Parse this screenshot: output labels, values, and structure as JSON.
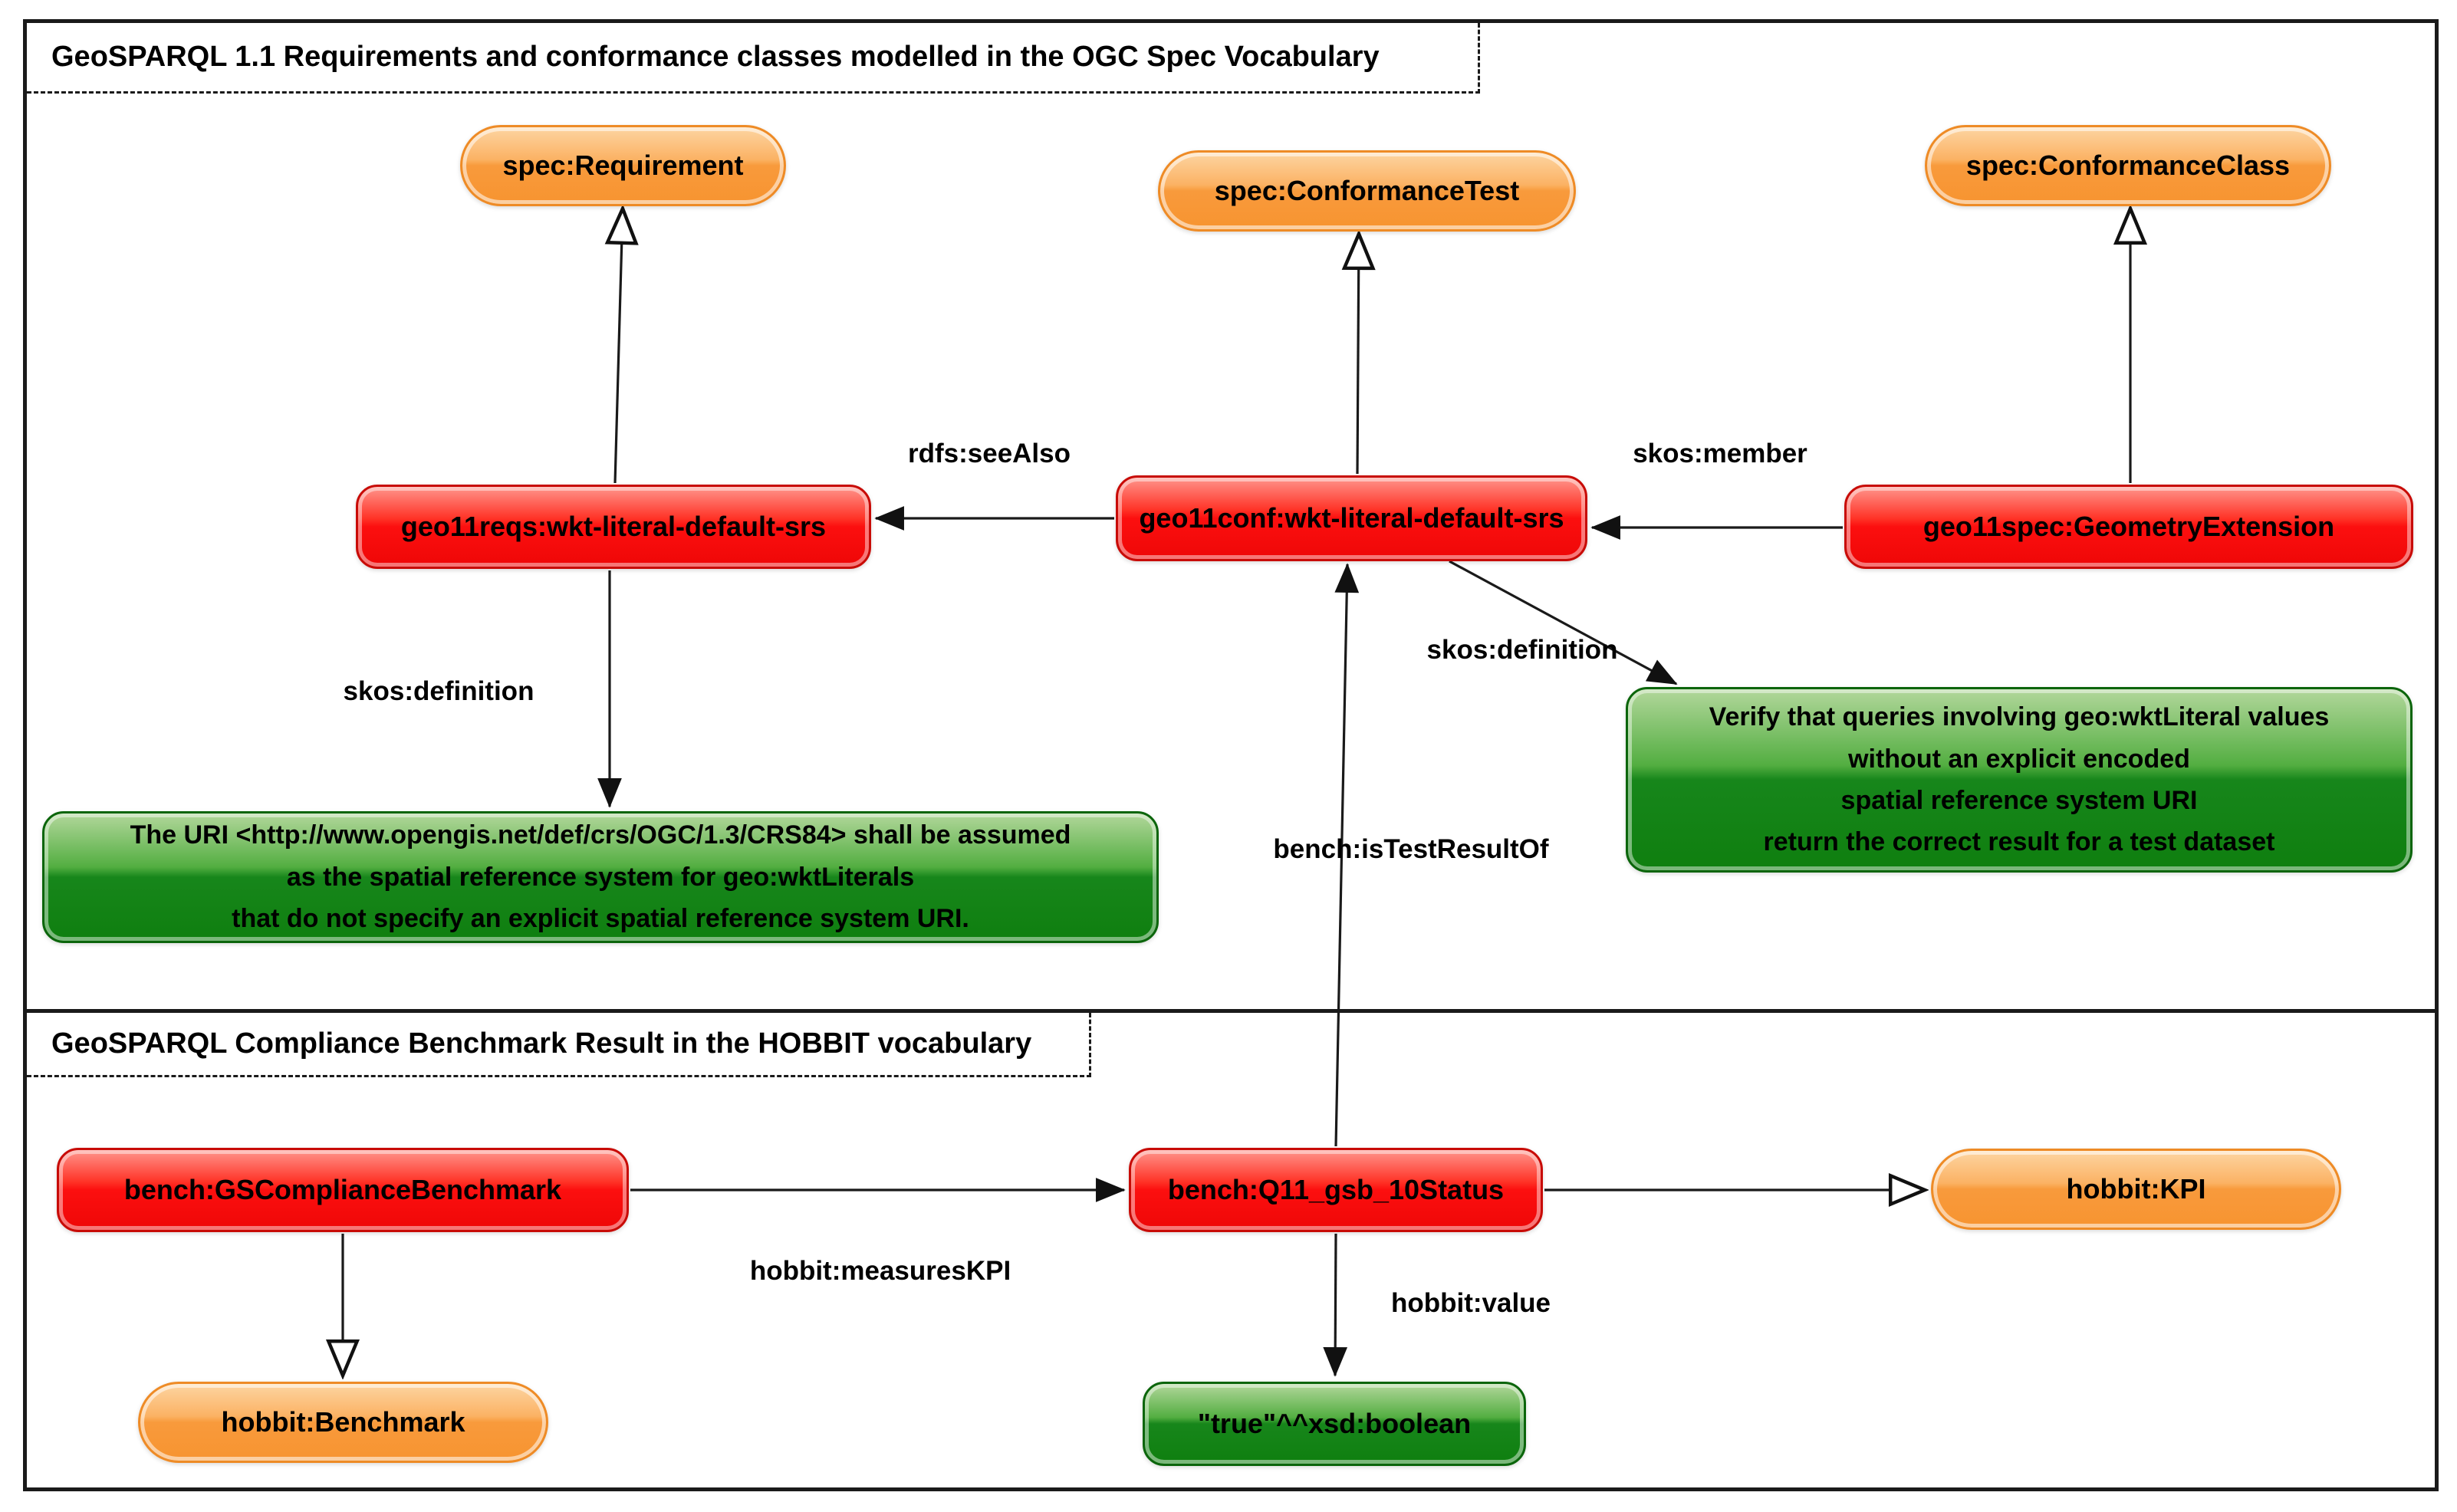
{
  "sections": [
    {
      "title": "GeoSPARQL 1.1 Requirements and conformance classes modelled in the OGC Spec Vocabulary"
    },
    {
      "title": "GeoSPARQL Compliance Benchmark Result in the HOBBIT vocabulary"
    }
  ],
  "nodes": {
    "spec_requirement": {
      "label": "spec:Requirement"
    },
    "spec_conformance_test": {
      "label": "spec:ConformanceTest"
    },
    "spec_conformance_class": {
      "label": "spec:ConformanceClass"
    },
    "geo11reqs": {
      "label": "geo11reqs:wkt-literal-default-srs"
    },
    "geo11conf": {
      "label": "geo11conf:wkt-literal-default-srs"
    },
    "geo11spec": {
      "label": "geo11spec:GeometryExtension"
    },
    "requirement_definition": {
      "lines": [
        "The URI <http://www.opengis.net/def/crs/OGC/1.3/CRS84> shall be assumed",
        "as the spatial reference system for geo:wktLiterals",
        "that do not specify an explicit spatial reference system URI."
      ]
    },
    "test_definition": {
      "lines": [
        "Verify that queries involving geo:wktLiteral values",
        "without an explicit encoded",
        "spatial reference system URI",
        "return the correct result for a test dataset"
      ]
    },
    "bench_gscompliance": {
      "label": "bench:GSComplianceBenchmark"
    },
    "bench_q11": {
      "label": "bench:Q11_gsb_10Status"
    },
    "hobbit_kpi": {
      "label": "hobbit:KPI"
    },
    "hobbit_benchmark": {
      "label": "hobbit:Benchmark"
    },
    "boolean_value": {
      "label": "\"true\"^^xsd:boolean"
    }
  },
  "edges": {
    "rdfs_seealso": {
      "label": "rdfs:seeAlso"
    },
    "skos_member": {
      "label": "skos:member"
    },
    "skos_definition_req": {
      "label": "skos:definition"
    },
    "skos_definition_conf": {
      "label": "skos:definition"
    },
    "bench_istestresultof": {
      "label": "bench:isTestResultOf"
    },
    "hobbit_measureskpi": {
      "label": "hobbit:measuresKPI"
    },
    "hobbit_value": {
      "label": "hobbit:value"
    }
  },
  "colors": {
    "class_node": "#f89a3c",
    "instance_node": "#fc0f0f",
    "literal_node": "#17861b",
    "line": "#1a1a1a"
  }
}
